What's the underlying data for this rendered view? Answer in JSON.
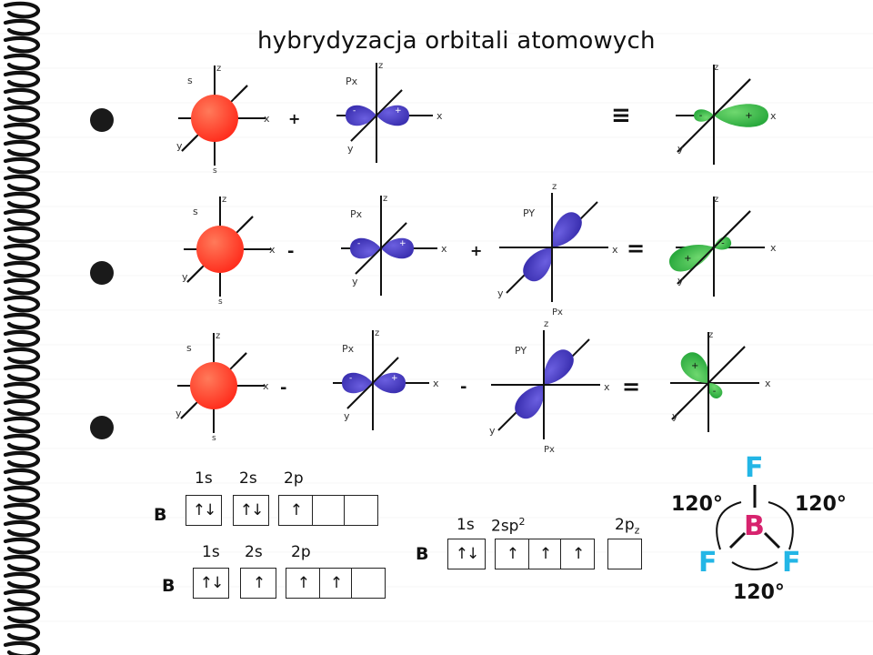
{
  "title": "hybrydyzacja orbitali atomowych",
  "colors": {
    "s_orbital": "#ff2a1a",
    "p_orbital": "#3a2fb0",
    "hybrid_orbital": "#28a83c",
    "bf3_structure": "#23b6e6",
    "bf3_atoms": "#d7236e"
  },
  "axis_labels": {
    "x": "x",
    "y": "y",
    "z": "z"
  },
  "orbital_labels": {
    "s": "s",
    "px": "Px",
    "py": "PY"
  },
  "operators": {
    "row1": [
      "+",
      "≡"
    ],
    "row2": [
      "-",
      "+",
      "="
    ],
    "row3": [
      "-",
      "-",
      "="
    ]
  },
  "lobe_signs": {
    "plus": "+",
    "minus": "-"
  },
  "configs": {
    "ground": {
      "atom": "B",
      "labels": [
        "1s",
        "2s",
        "2p"
      ],
      "boxes": [
        "↑↓",
        "↑↓",
        [
          "↑",
          "",
          ""
        ]
      ]
    },
    "excited": {
      "atom": "B",
      "labels": [
        "1s",
        "2s",
        "2p"
      ],
      "boxes": [
        "↑↓",
        "↑",
        [
          "↑",
          "↑",
          ""
        ]
      ]
    },
    "hybrid": {
      "atom": "B",
      "labels": [
        "1s",
        "2sp",
        "2",
        "2p",
        "z"
      ],
      "boxes": [
        "↑↓",
        [
          "↑",
          "↑",
          "↑"
        ],
        ""
      ]
    }
  },
  "bf3": {
    "center": "B",
    "ligands": [
      "F",
      "F",
      "F"
    ],
    "angles": [
      "120°",
      "120°",
      "120°"
    ]
  }
}
